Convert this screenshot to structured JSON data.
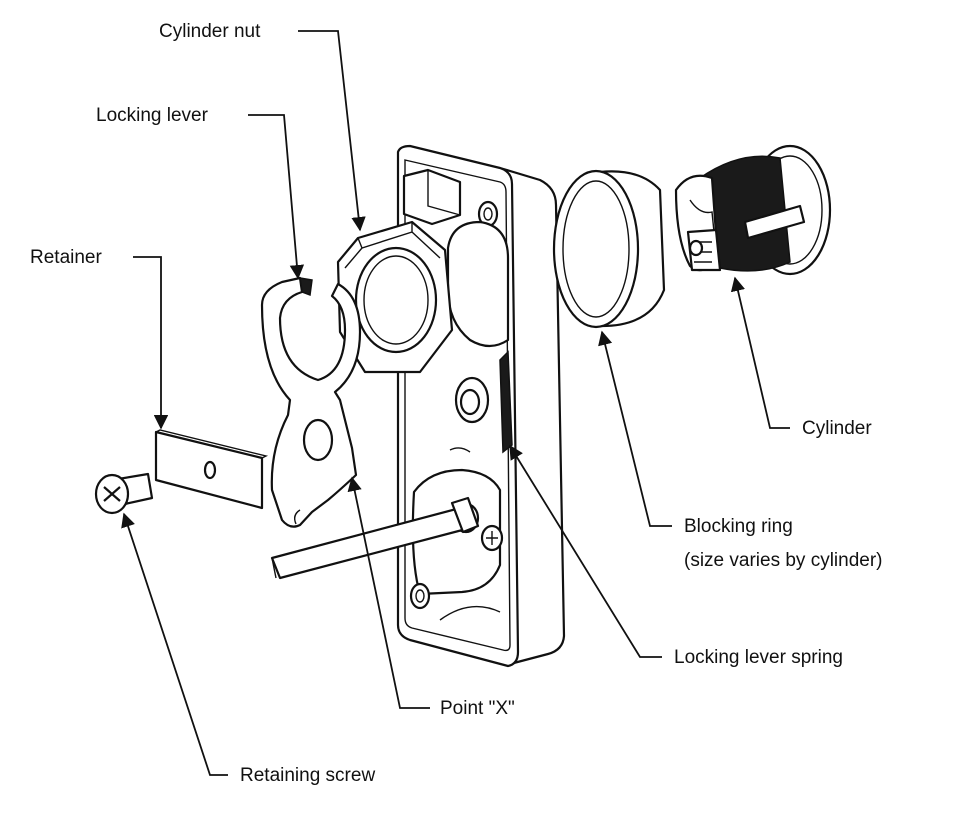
{
  "labels": {
    "cylinder_nut": "Cylinder nut",
    "locking_lever": "Locking lever",
    "retainer": "Retainer",
    "cylinder": "Cylinder",
    "blocking_ring_line1": "Blocking ring",
    "blocking_ring_line2": "(size varies by cylinder)",
    "locking_lever_spring": "Locking lever spring",
    "point_x": "Point \"X\"",
    "retaining_screw": "Retaining screw"
  }
}
